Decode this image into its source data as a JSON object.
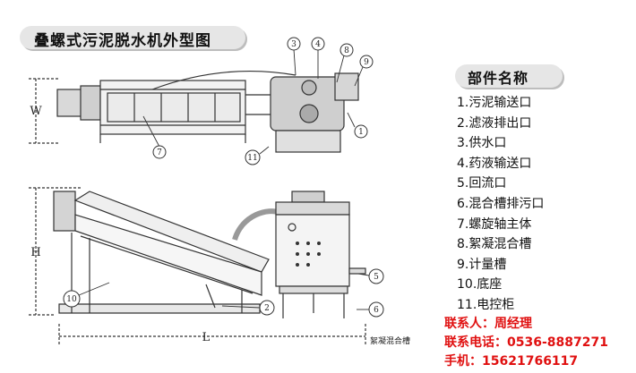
{
  "title": "叠螺式污泥脱水机外型图",
  "parts_heading": "部件名称",
  "parts": [
    "1.污泥输送口",
    "2.滤液排出口",
    "3.供水口",
    "4.药液输送口",
    "5.回流口",
    "6.混合槽排污口",
    "7.螺旋轴主体",
    "8.絮凝混合槽",
    "9.计量槽",
    "10.底座",
    "11.电控柜"
  ],
  "dimension_labels": {
    "width": "W",
    "height": "H",
    "length": "L"
  },
  "callouts": [
    "1",
    "2",
    "3",
    "4",
    "5",
    "6",
    "7",
    "8",
    "9",
    "10",
    "11"
  ],
  "footnote": "絮凝混合槽",
  "contact": {
    "person": "联系人：周经理",
    "phone": "联系电话：0536-8887271",
    "mobile": "手机：15621766117"
  },
  "colors": {
    "contact_text": "#e01010",
    "label_box": "#e6e6e6"
  }
}
